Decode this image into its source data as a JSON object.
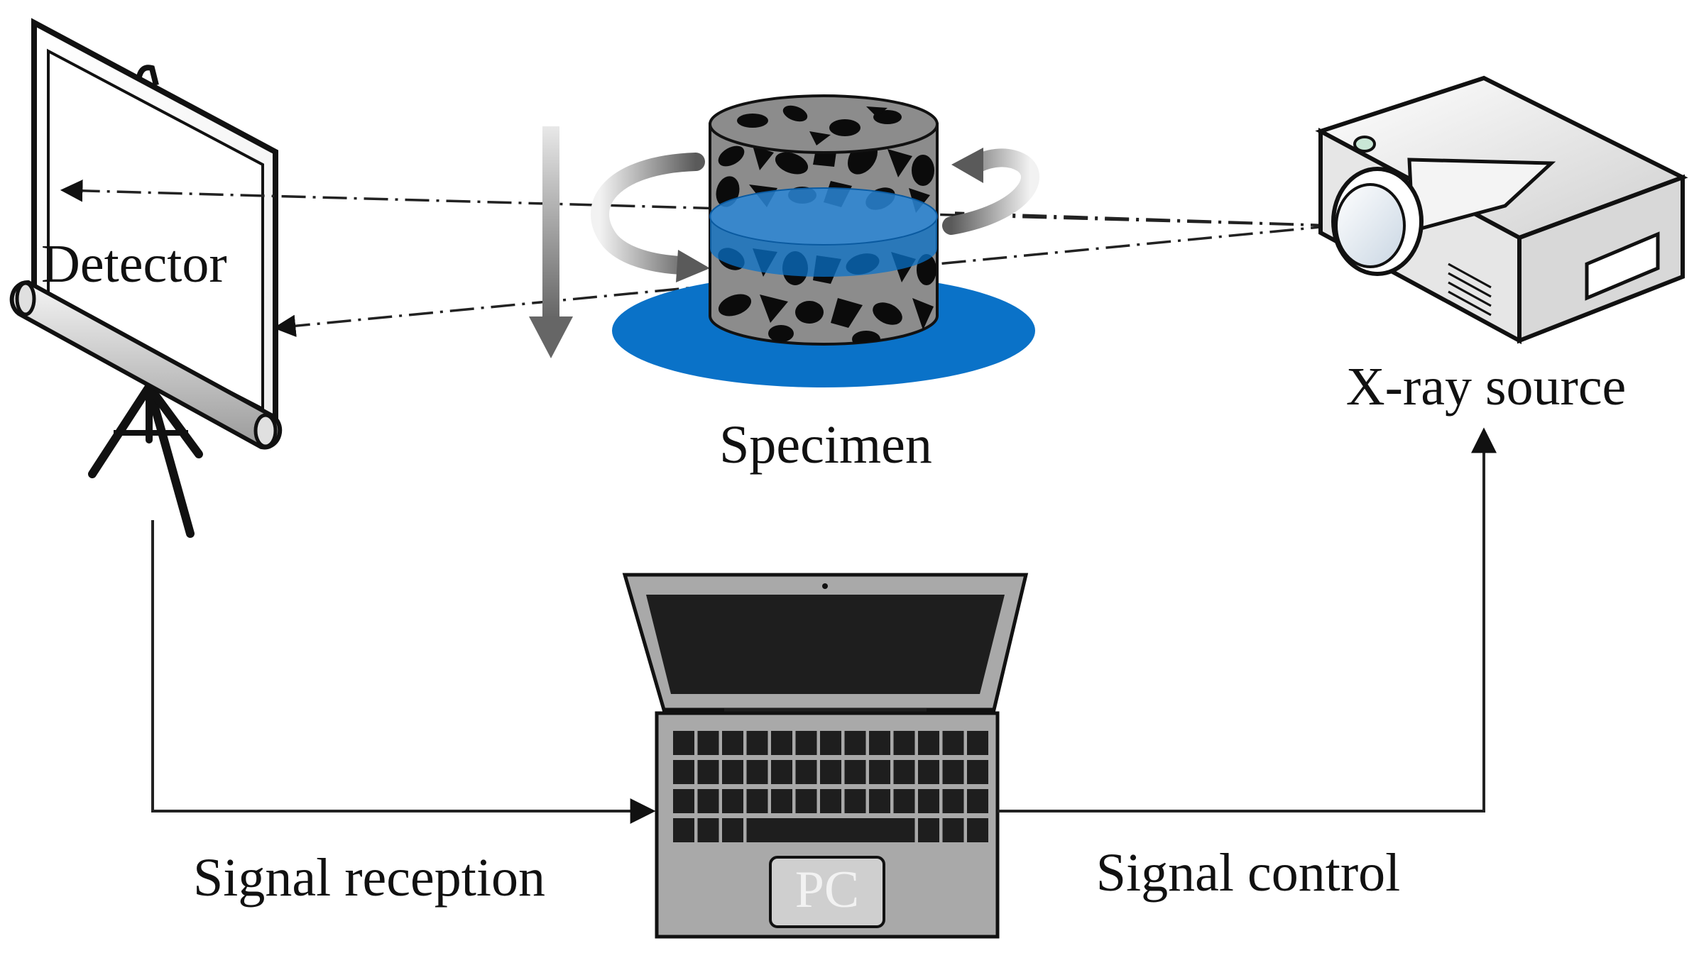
{
  "labels": {
    "detector": "Detector",
    "specimen": "Specimen",
    "xray_source": "X-ray source",
    "signal_reception": "Signal reception",
    "signal_control": "Signal control",
    "pc": "PC"
  },
  "colors": {
    "beam_disc": "#0a72c8",
    "specimen_body": "#8c8c8c",
    "aggregate": "#0b0b0b",
    "laptop_body": "#a9a9a9",
    "screen": "#1e1e1e",
    "line": "#222222"
  },
  "icons": [
    "projector-screen-icon",
    "specimen-cylinder-icon",
    "xray-source-icon",
    "laptop-icon",
    "rotation-arrow-icon",
    "scan-direction-arrow-icon"
  ]
}
